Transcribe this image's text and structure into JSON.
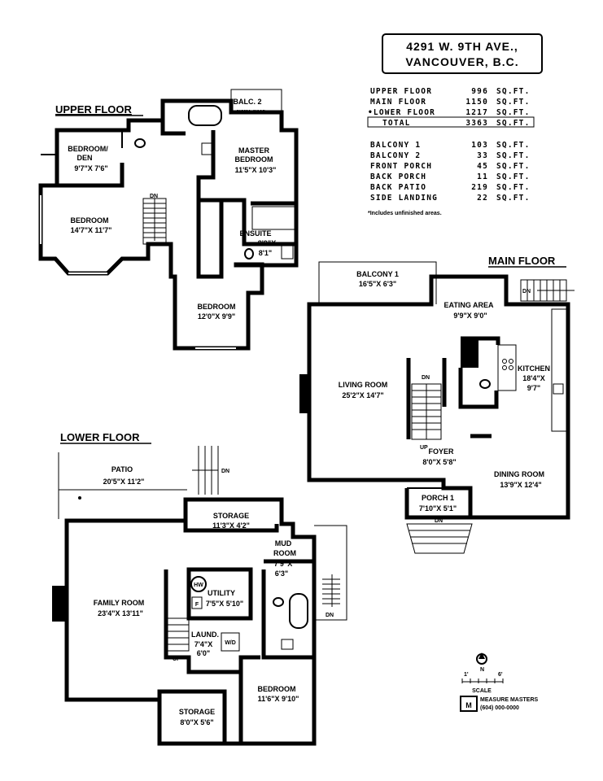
{
  "address": {
    "line1": "4291 W. 9TH AVE.,",
    "line2": "VANCOUVER, B.C."
  },
  "floor_titles": {
    "upper": "UPPER FLOOR",
    "main": "MAIN FLOOR",
    "lower": "LOWER FLOOR"
  },
  "area_table": {
    "rows": [
      {
        "name": "UPPER FLOOR",
        "value": "996",
        "unit": "SQ.FT."
      },
      {
        "name": "MAIN FLOOR",
        "value": "1150",
        "unit": "SQ.FT."
      },
      {
        "name": "•LOWER FLOOR",
        "value": "1217",
        "unit": "SQ.FT."
      }
    ],
    "total": {
      "name": "TOTAL",
      "value": "3363",
      "unit": "SQ.FT."
    },
    "extras": [
      {
        "name": "BALCONY 1",
        "value": "103",
        "unit": "SQ.FT."
      },
      {
        "name": "BALCONY 2",
        "value": "33",
        "unit": "SQ.FT."
      },
      {
        "name": "FRONT PORCH",
        "value": "45",
        "unit": "SQ.FT."
      },
      {
        "name": "BACK PORCH",
        "value": "11",
        "unit": "SQ.FT."
      },
      {
        "name": "BACK PATIO",
        "value": "219",
        "unit": "SQ.FT."
      },
      {
        "name": "SIDE LANDING",
        "value": "22",
        "unit": "SQ.FT."
      }
    ],
    "note": "*Includes unfinished areas."
  },
  "rooms": {
    "upper": {
      "balc2": {
        "name": "BALC. 2",
        "dim": "6'8\"X 4'11\""
      },
      "bedroom_den": {
        "name": "BEDROOM/",
        "name2": "DEN",
        "dim": "9'7\"X 7'6\""
      },
      "master": {
        "name": "MASTER",
        "name2": "BEDROOM",
        "dim": "11'5\"X 10'3\""
      },
      "bedroom1": {
        "name": "BEDROOM",
        "dim": "14'7\"X 11'7\""
      },
      "ensuite": {
        "name": "ENSUITE",
        "dim": "8'9\"X",
        "dim2": "8'1\""
      },
      "bedroom2": {
        "name": "BEDROOM",
        "dim": "12'0\"X 9'9\""
      }
    },
    "main": {
      "balcony1": {
        "name": "BALCONY 1",
        "dim": "16'5\"X 6'3\""
      },
      "eating": {
        "name": "EATING AREA",
        "dim": "9'9\"X 9'0\""
      },
      "kitchen": {
        "name": "KITCHEN",
        "dim": "18'4\"X",
        "dim2": "9'7\""
      },
      "living": {
        "name": "LIVING ROOM",
        "dim": "25'2\"X 14'7\""
      },
      "foyer": {
        "name": "FOYER",
        "dim": "8'0\"X 5'8\""
      },
      "dining": {
        "name": "DINING ROOM",
        "dim": "13'9\"X 12'4\""
      },
      "porch1": {
        "name": "PORCH 1",
        "dim": "7'10\"X 5'1\""
      }
    },
    "lower": {
      "patio": {
        "name": "PATIO",
        "dim": "20'5\"X 11'2\""
      },
      "storage1": {
        "name": "STORAGE",
        "dim": "11'3\"X 4'2\""
      },
      "mud": {
        "name": "MUD",
        "name2": "ROOM",
        "dim": "7'9\"X",
        "dim2": "6'3\""
      },
      "family": {
        "name": "FAMILY ROOM",
        "dim": "23'4\"X 13'11\""
      },
      "utility": {
        "name": "UTILITY",
        "dim": "7'5\"X 5'10\""
      },
      "laund": {
        "name": "LAUND.",
        "dim": "7'4\"X",
        "dim2": "6'0\""
      },
      "bedroom": {
        "name": "BEDROOM",
        "dim": "11'6\"X 9'10\""
      },
      "storage2": {
        "name": "STORAGE",
        "dim": "8'0\"X 5'6\""
      }
    }
  },
  "markers": {
    "dn": "DN",
    "up": "UP",
    "hw": "HW",
    "wd": "W/D",
    "f": "F"
  },
  "scale": {
    "label": "SCALE",
    "left": "1'",
    "right": "6'",
    "north": "N"
  },
  "logo": {
    "mark": "M",
    "line1": "MEASURE MASTERS",
    "line2": "(604) 000-0000"
  }
}
